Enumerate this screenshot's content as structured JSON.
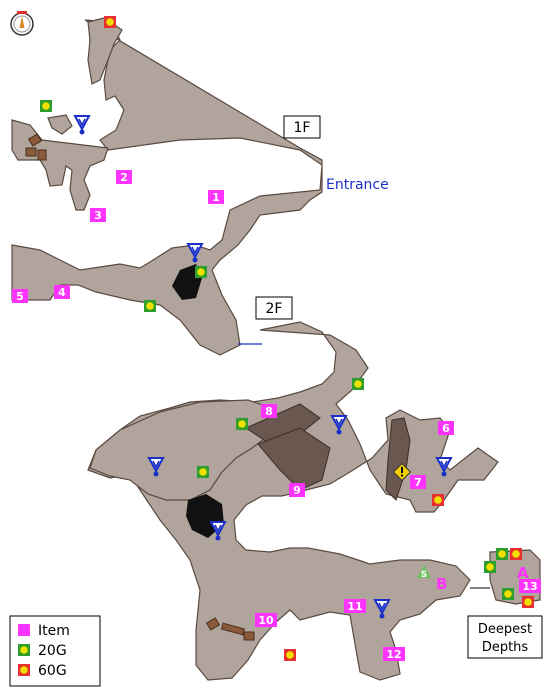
{
  "floors": {
    "f1": "1F",
    "f2": "2F"
  },
  "entrance_label": "Entrance",
  "deepest_label": {
    "line1": "Deepest",
    "line2": "Depths"
  },
  "points": {
    "a": "A",
    "b": "B",
    "s": "S"
  },
  "legend": {
    "item": "Item",
    "g20": "20G",
    "g60": "60G"
  },
  "items": [
    "1",
    "2",
    "3",
    "4",
    "5",
    "6",
    "7",
    "8",
    "9",
    "10",
    "11",
    "12",
    "13"
  ],
  "colors": {
    "floor": "#b0a49c",
    "wall": "#5a4a40",
    "item": "#ff33ff",
    "g20": "#2e9e2e",
    "g60": "#e83030",
    "save": "#1a2fc8"
  },
  "icons": {
    "compass": "compass-icon",
    "save": "save-point-icon",
    "warning": "warning-icon"
  }
}
